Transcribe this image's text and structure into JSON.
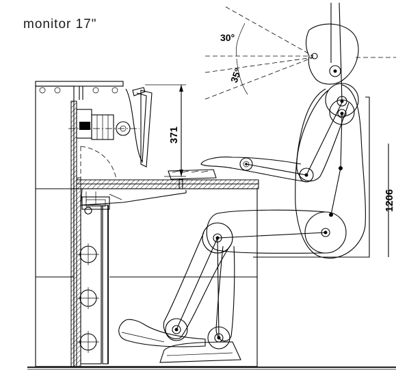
{
  "title": "monitor  17\"",
  "dimensions": {
    "monitor_height": "371",
    "seat_height": "1206"
  },
  "angles": {
    "upper": "30°",
    "lower": "35°"
  }
}
